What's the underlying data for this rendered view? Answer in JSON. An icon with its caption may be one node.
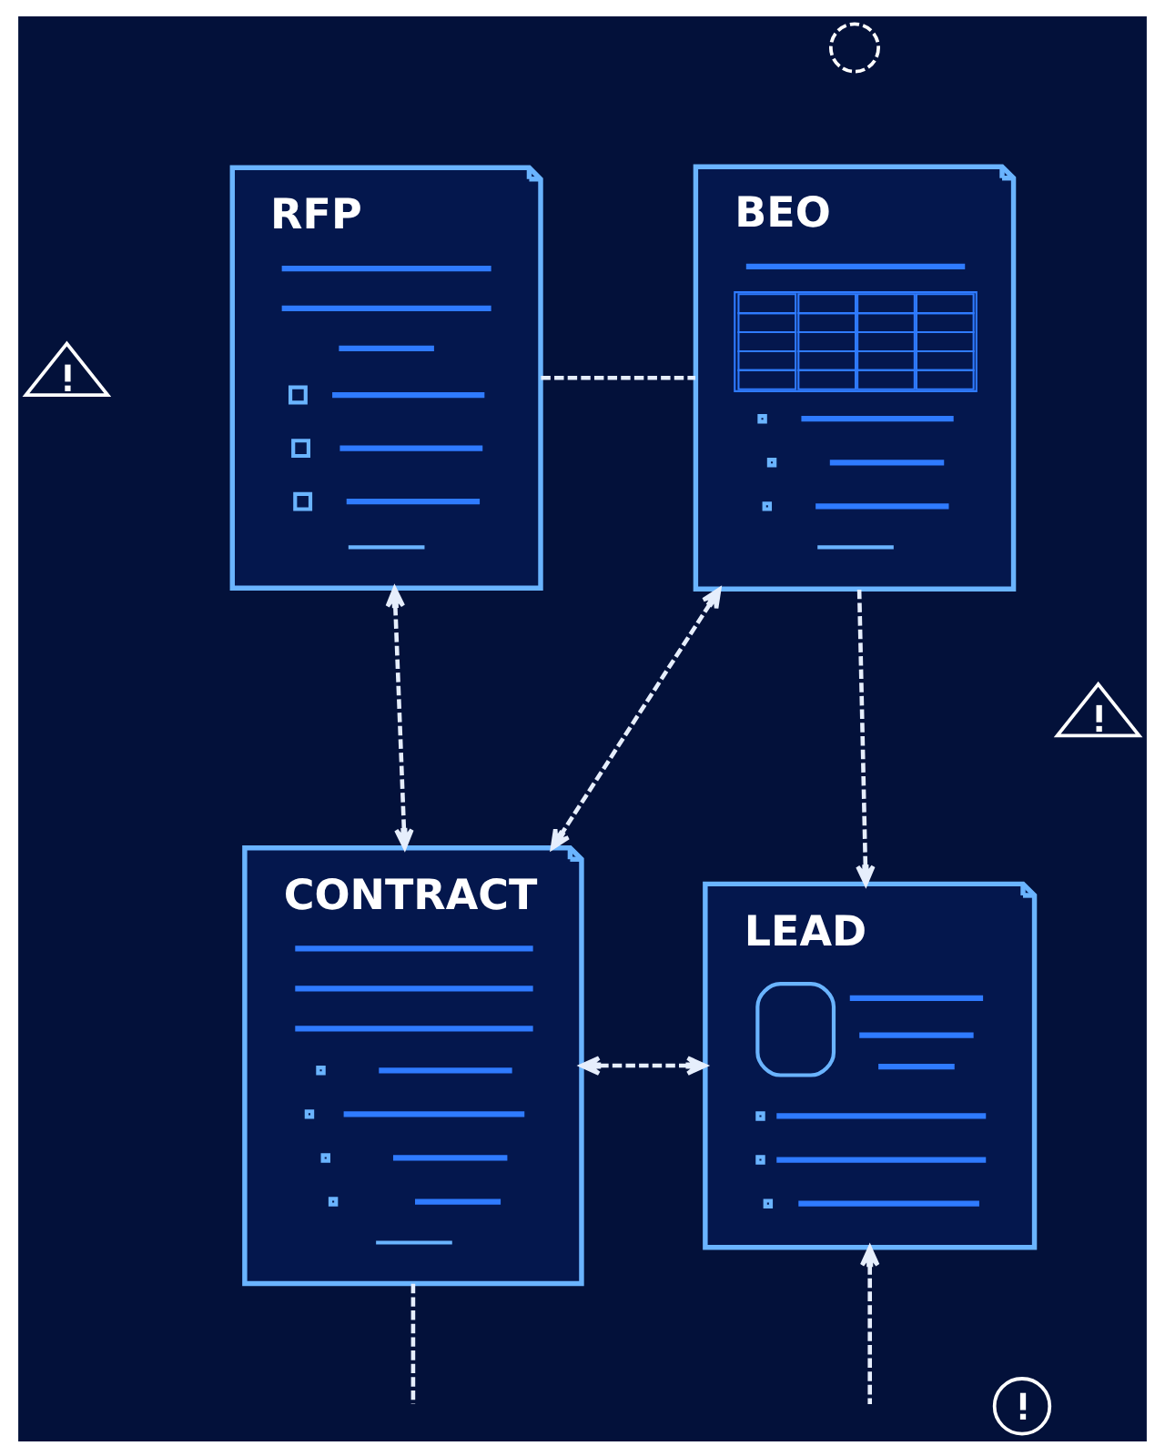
{
  "diagram": {
    "nodes": [
      {
        "text": [],
        "shape": "circle"
      },
      {
        "text": [
          "RFP"
        ]
      },
      {
        "text": [
          "BEO"
        ]
      },
      {
        "text": [],
        "shape": "triangle"
      },
      {
        "text": [],
        "shape": "triangle"
      },
      {
        "text": [
          "CONTRACT"
        ]
      },
      {
        "text": [
          "LEAD"
        ]
      },
      {
        "text": [],
        "shape": "circle"
      }
    ],
    "edges": [
      {
        "from": 1,
        "to": 2,
        "arrow": "none",
        "style": "dashed"
      },
      {
        "from": 1,
        "to": 5,
        "arrow": "both",
        "style": "dashed"
      },
      {
        "from": 2,
        "to": 5,
        "arrow": "both",
        "style": "dashed"
      },
      {
        "from": 2,
        "to": 6,
        "arrow": "to",
        "style": "dashed"
      },
      {
        "from": 5,
        "to": 6,
        "arrow": "both",
        "style": "dashed"
      },
      {
        "from": 5,
        "to": null,
        "arrow": "none",
        "style": "dashed"
      },
      {
        "from": null,
        "to": 6,
        "arrow": "to",
        "style": "dashed"
      }
    ]
  }
}
